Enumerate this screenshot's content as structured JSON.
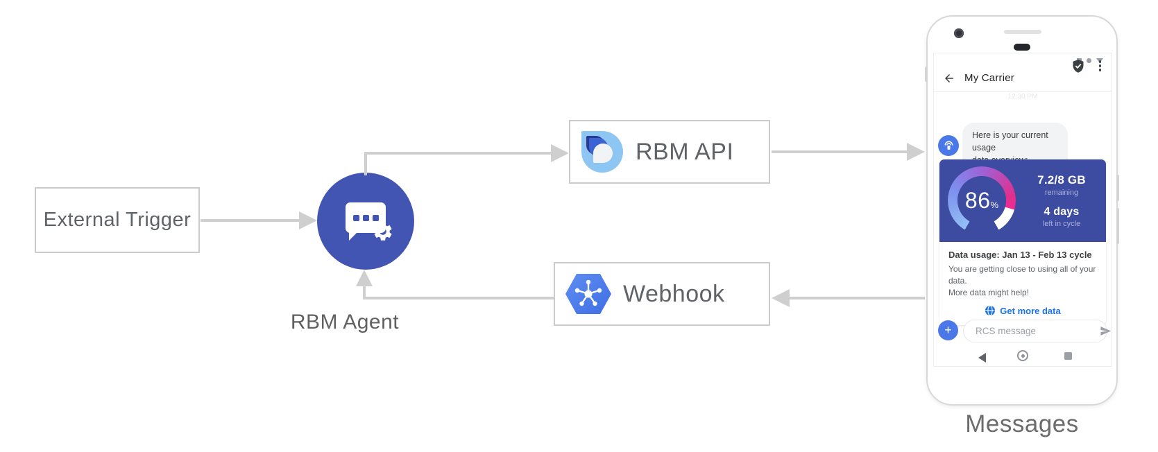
{
  "diagram": {
    "external_trigger_label": "External Trigger",
    "rbm_agent_label": "RBM Agent",
    "rbm_api_label": "RBM API",
    "webhook_label": "Webhook",
    "device_label": "Messages"
  },
  "phone": {
    "header": {
      "title": "My Carrier"
    },
    "timestamp": "12:30 PM",
    "agent_message": {
      "line1": "Here is your current usage",
      "line2": "data overview:"
    },
    "usage_card": {
      "percent_value": "86",
      "percent_unit": "%",
      "remaining_value": "7.2/8 GB",
      "remaining_label": "remaining",
      "days_value": "4 days",
      "days_label": "left in cycle",
      "title": "Data usage: Jan 13 - Feb 13 cycle",
      "body_line1": "You are getting close to using all of your data.",
      "body_line2": "More data might help!",
      "action_label": "Get more data"
    },
    "compose": {
      "plus_label": "+",
      "placeholder": "RCS message"
    }
  },
  "colors": {
    "agent_indigo": "#4355b2",
    "accent_blue": "#4a78e8",
    "link_blue": "#1a73e8",
    "card_blue": "#3d4ba0",
    "gauge_gradient": [
      "#93c0f5",
      "#9d63d8",
      "#ef2b90"
    ],
    "arrow_gray": "#cfcfcf"
  }
}
